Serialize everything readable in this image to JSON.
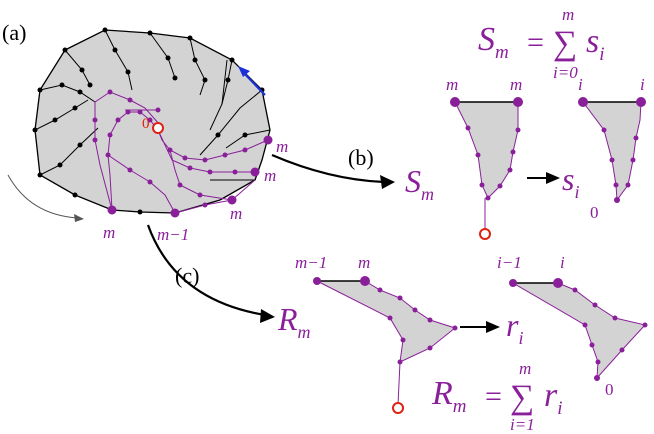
{
  "labels": {
    "panel_a": "(a)",
    "panel_b": "(b)",
    "panel_c": "(c)",
    "zero_red": "0",
    "m": "m",
    "m_minus_1": "m−1",
    "i": "i",
    "i_minus_1": "i−1",
    "zero": "0",
    "S": "S",
    "s": "s",
    "R": "R",
    "r": "r",
    "eq": "=",
    "sum": "∑",
    "sub_i0": "i=0",
    "sub_i1": "i=1",
    "sub_m": "m",
    "sub_i": "i"
  },
  "colors": {
    "purple": "#8a1f9a",
    "red": "#e02010",
    "blue": "#1a30d8",
    "fill_gray": "#d3d3d3",
    "black": "#000000"
  }
}
